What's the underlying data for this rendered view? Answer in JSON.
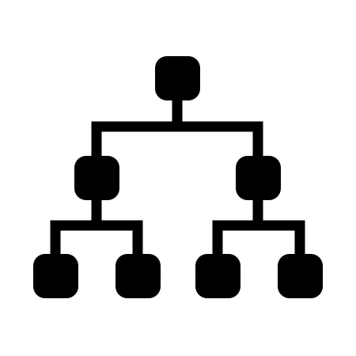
{
  "icon": {
    "name": "hierarchy-tree-icon",
    "fill_color": "#000000",
    "background_color": "#ffffff",
    "levels": 3,
    "nodes": [
      {
        "id": "root",
        "level": 0
      },
      {
        "id": "mid-left",
        "level": 1,
        "parent": "root"
      },
      {
        "id": "mid-right",
        "level": 1,
        "parent": "root"
      },
      {
        "id": "leaf-1",
        "level": 2,
        "parent": "mid-left"
      },
      {
        "id": "leaf-2",
        "level": 2,
        "parent": "mid-left"
      },
      {
        "id": "leaf-3",
        "level": 2,
        "parent": "mid-right"
      },
      {
        "id": "leaf-4",
        "level": 2,
        "parent": "mid-right"
      }
    ]
  }
}
